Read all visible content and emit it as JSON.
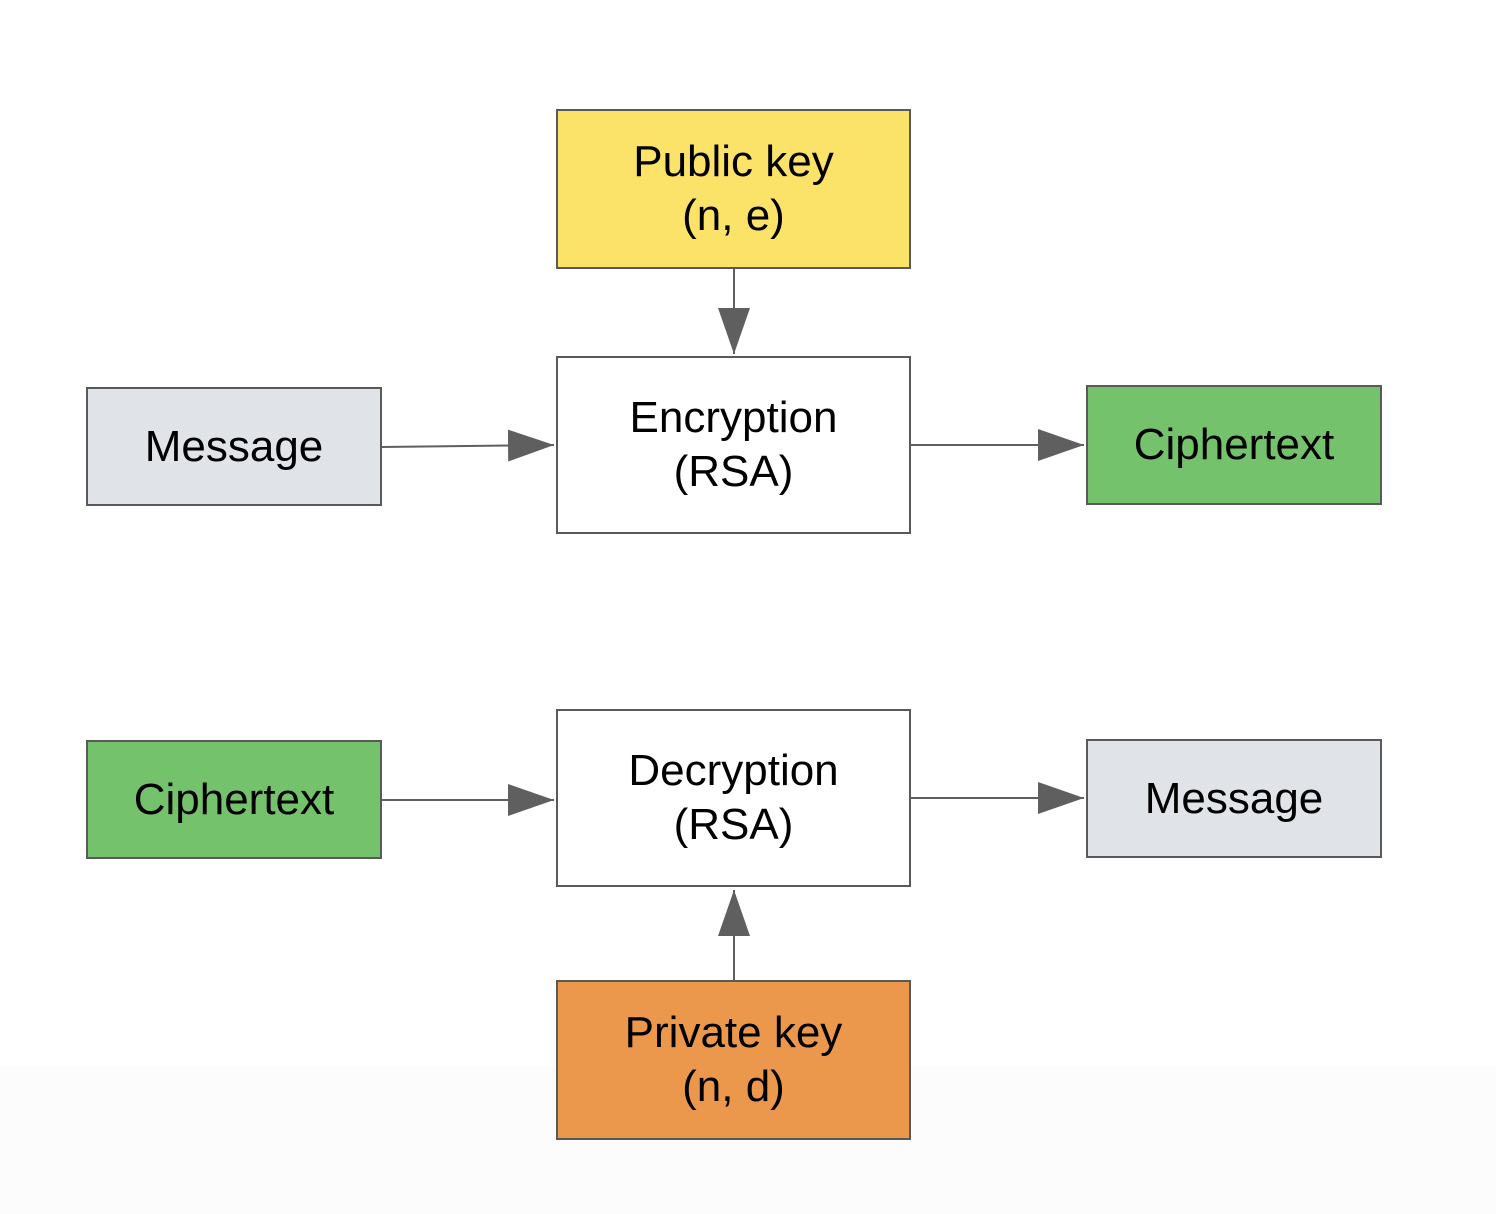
{
  "colors": {
    "public_key": "#fbe36a",
    "private_key": "#ec984c",
    "message": "#e0e3e8",
    "ciphertext": "#74c26c",
    "process": "#ffffff",
    "border": "#595959",
    "arrow": "#5f5f5f"
  },
  "encryption": {
    "public_key": {
      "line1": "Public key",
      "line2": "(n, e)"
    },
    "message": "Message",
    "process": {
      "line1": "Encryption",
      "line2": "(RSA)"
    },
    "output": "Ciphertext"
  },
  "decryption": {
    "input": "Ciphertext",
    "process": {
      "line1": "Decryption",
      "line2": "(RSA)"
    },
    "output": "Message",
    "private_key": {
      "line1": "Private key",
      "line2": "(n, d)"
    }
  }
}
